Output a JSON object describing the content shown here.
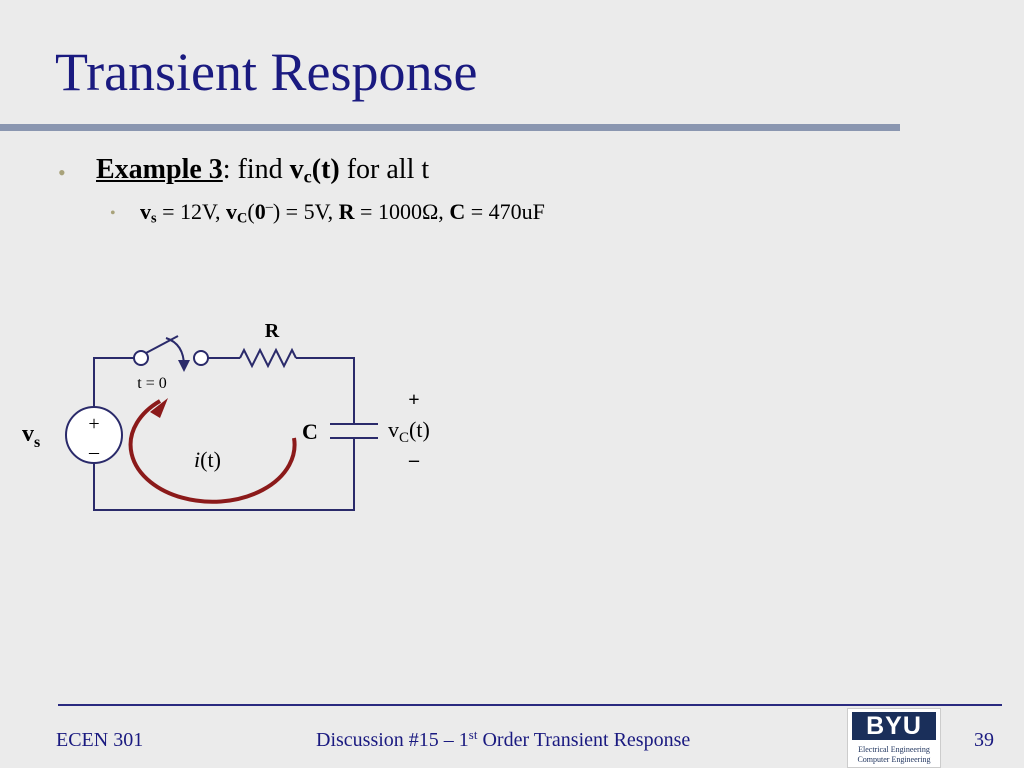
{
  "slide": {
    "title": "Transient Response",
    "bullet1": {
      "marker": "•",
      "example_label": "Example 3",
      "colon_find": ": find ",
      "v": "v",
      "c_sub": "c",
      "t_paren": "(t)",
      "rest": " for all t"
    },
    "bullet2": {
      "marker": "•",
      "vs_v": "v",
      "vs_sub": "s",
      "vs_val": " = 12V, ",
      "vc_v": "v",
      "vc_sub": "C",
      "vc_open": "(",
      "vc_zero": "0",
      "vc_sup": "–",
      "vc_val": ") = 5V, ",
      "r_label": "R",
      "r_val": " = 1000Ω, ",
      "c_label": "C",
      "c_val": " = 470uF"
    },
    "circuit": {
      "r_label": "R",
      "switch_label": "t = 0",
      "source_plus": "+",
      "source_minus": "–",
      "vs_v": "v",
      "vs_sub": "s",
      "cap_label": "C",
      "vout_plus": "+",
      "vout_v": "v",
      "vout_sub": "C",
      "vout_t": "(t)",
      "vout_minus": "–",
      "current_i": "i",
      "current_t": "(t)"
    },
    "footer": {
      "left": "ECEN 301",
      "center_pre": "Discussion #15 – 1",
      "center_sup": "st",
      "center_post": " Order Transient Response",
      "page": "39"
    },
    "logo": {
      "mark": "BYU",
      "line1": "Electrical Engineering",
      "line2": "Computer Engineering"
    },
    "colors": {
      "title": "#1a1a80",
      "rule": "#8a96b0",
      "wire": "#2a2a6a",
      "current_arrow": "#8b1a1a",
      "bullet": "#a8a27a"
    }
  }
}
